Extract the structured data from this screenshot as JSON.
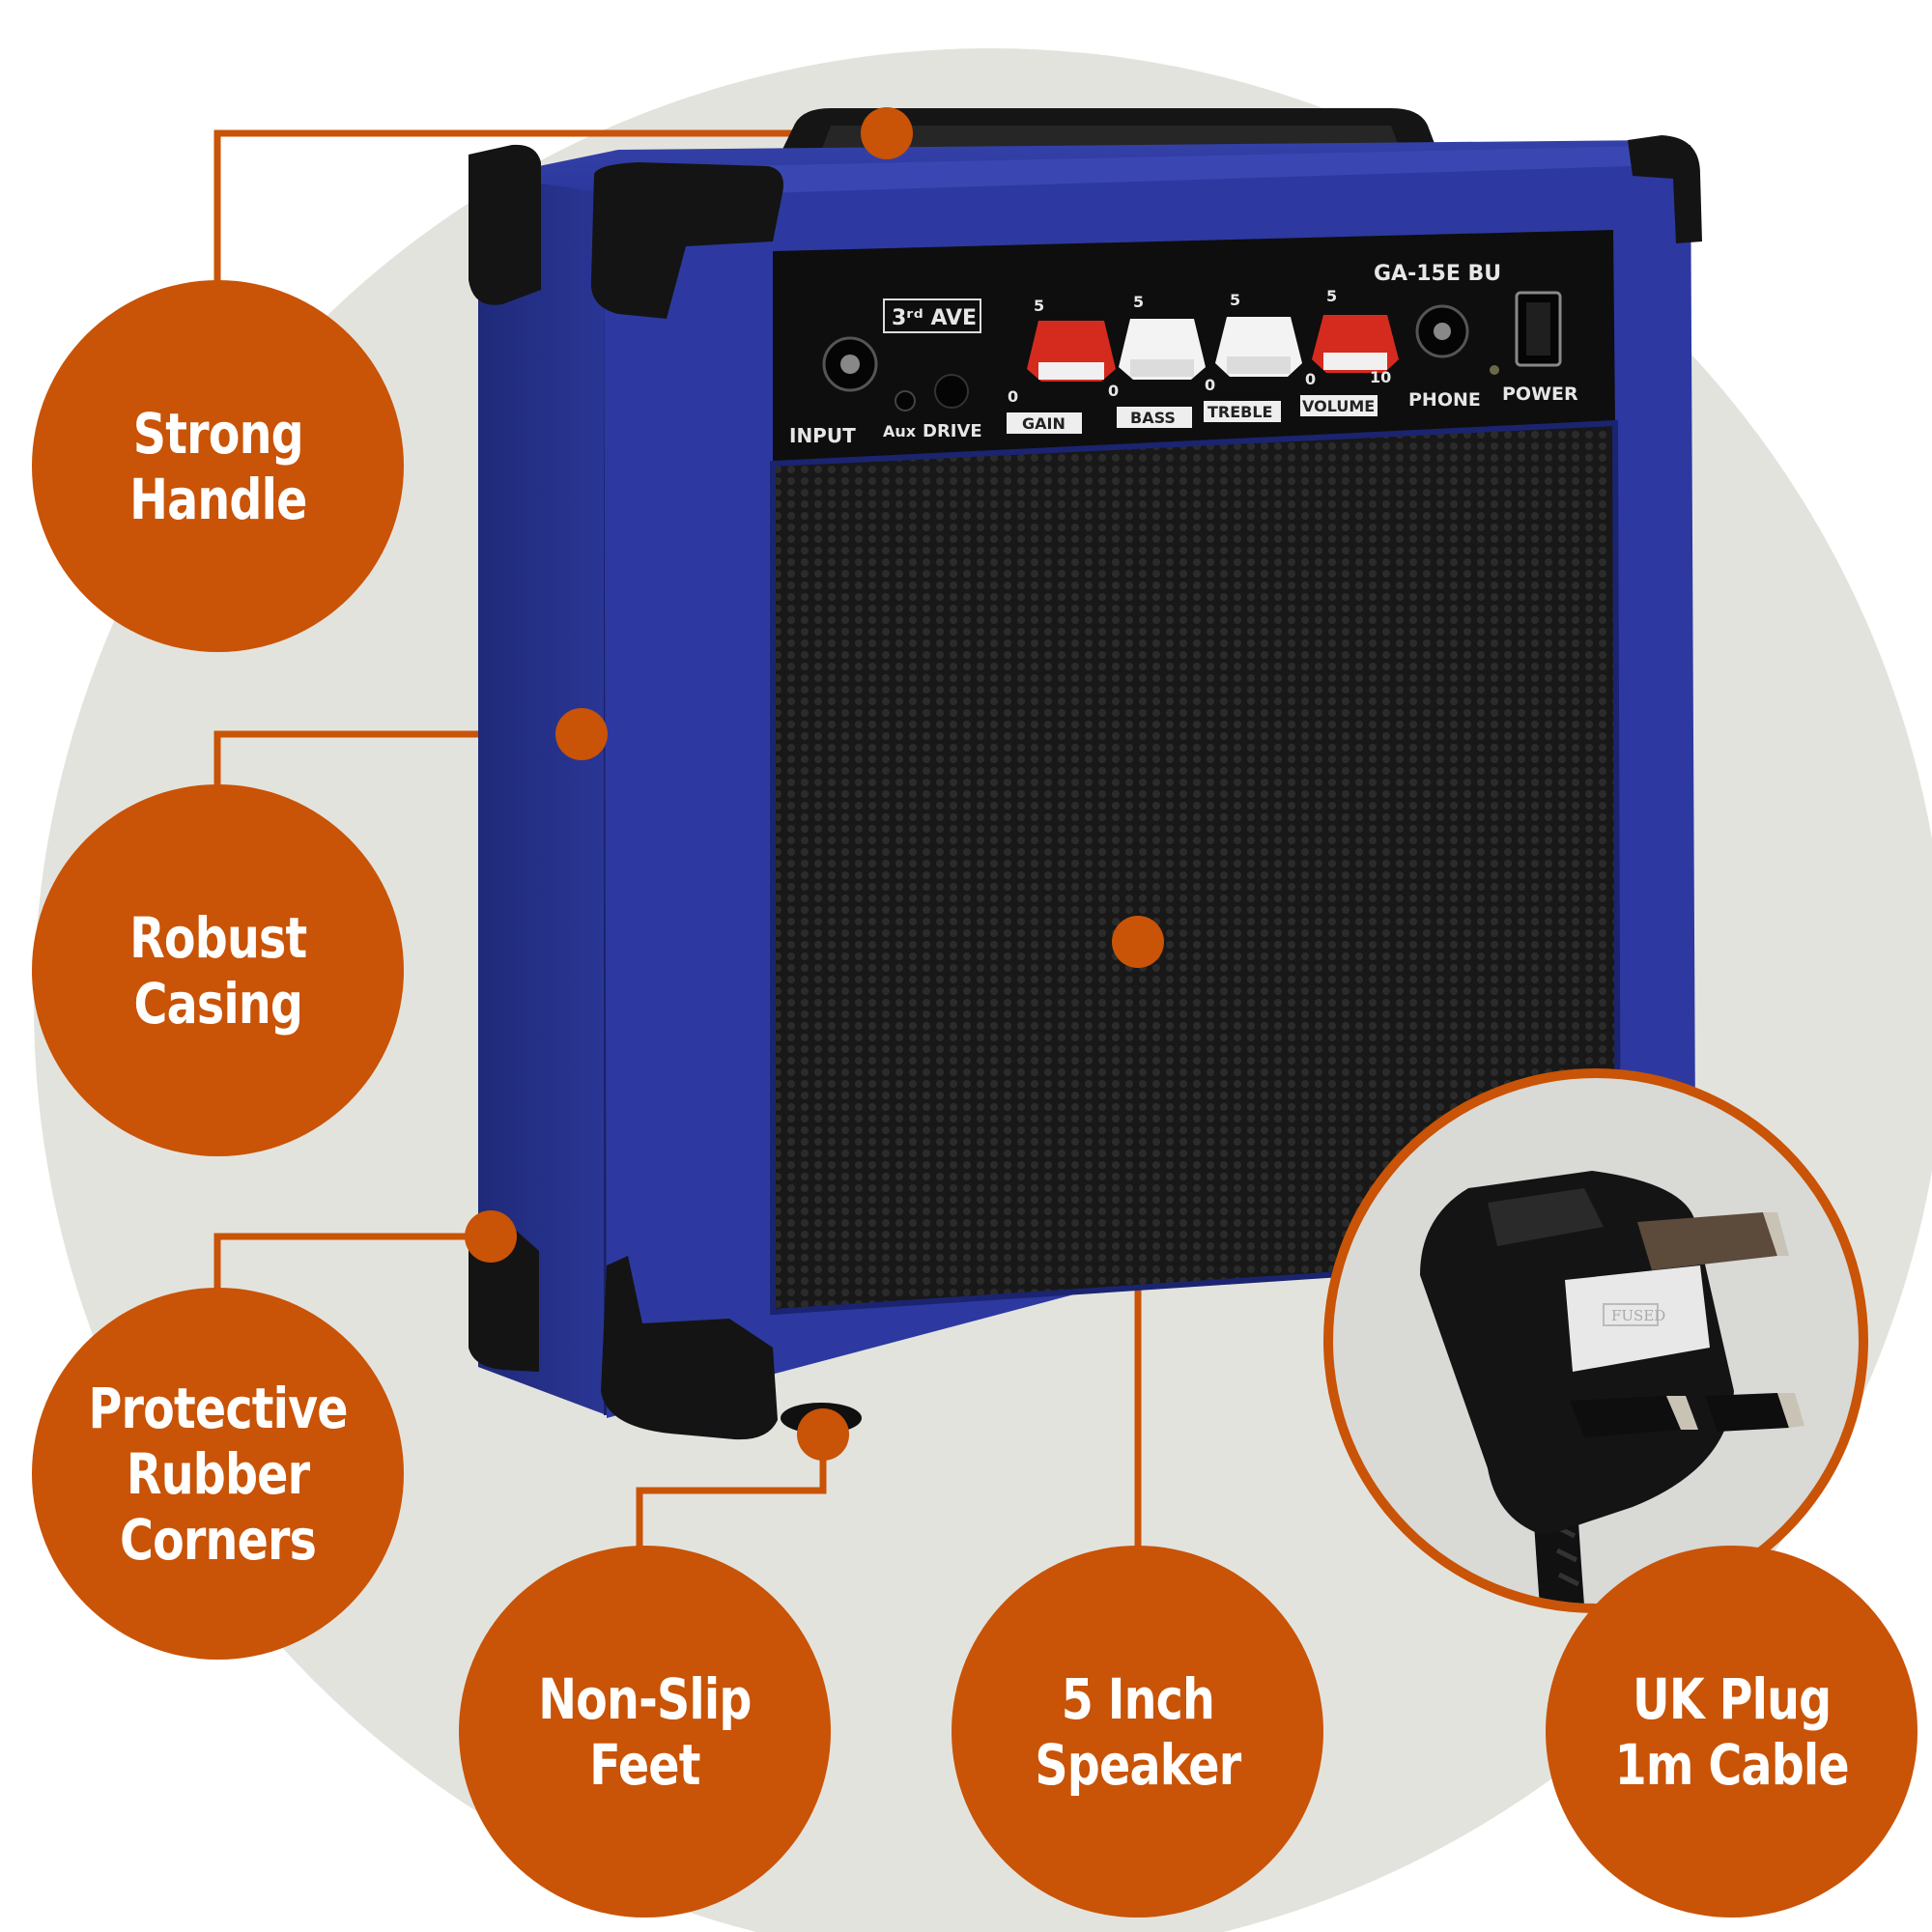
{
  "colors": {
    "accent_orange": "#c95306",
    "background_circle": "#e3e3de",
    "amp_casing_blue": "#28359a",
    "grille_black": "#1c1c1c"
  },
  "callouts": {
    "strong_handle": "Strong\nHandle",
    "robust_casing": "Robust\nCasing",
    "rubber_corners": "Protective\nRubber\nCorners",
    "non_slip_feet": "Non-Slip\nFeet",
    "speaker": "5 Inch\nSpeaker",
    "uk_plug": "UK Plug\n1m Cable"
  },
  "amp": {
    "brand": "3ʳᵈ AVE",
    "model": "GA-15E BU",
    "labels": {
      "input": "INPUT",
      "aux": "Aux",
      "drive": "DRIVE",
      "gain": "GAIN",
      "bass": "BASS",
      "treble": "TREBLE",
      "volume": "VOLUME",
      "phone": "PHONE",
      "power": "POWER"
    },
    "scale": {
      "min": "0",
      "mid": "5",
      "max": "10"
    }
  },
  "plug": {
    "fuse_label": "FUSED"
  }
}
